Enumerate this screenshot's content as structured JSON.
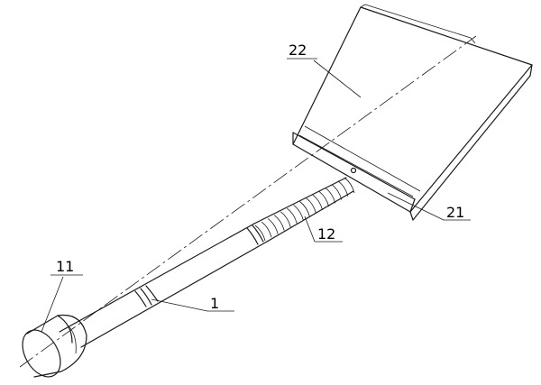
{
  "labels": {
    "part_22": "22",
    "part_21": "21",
    "part_12": "12",
    "part_11": "11",
    "part_1": "1"
  }
}
